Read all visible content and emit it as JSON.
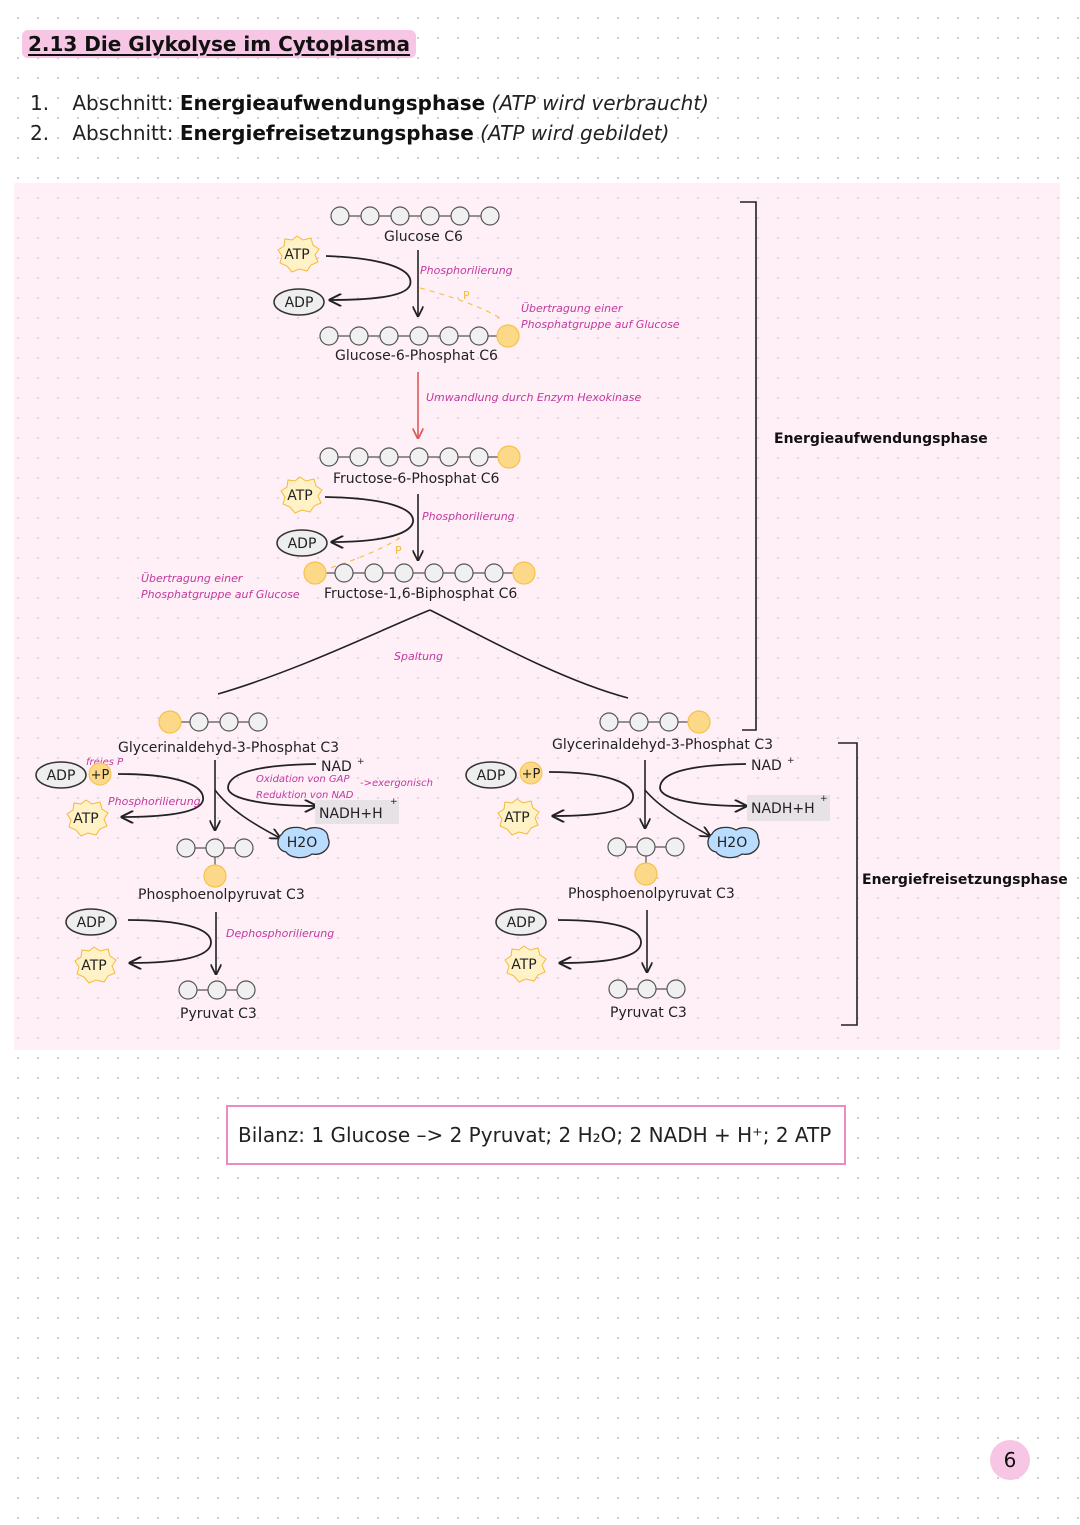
{
  "title": "2.13 Die Glykolyse im Cytoplasma",
  "outline": [
    {
      "num": "1.",
      "prefix": "Abschnitt:",
      "bold": "Energieaufwendungsphase",
      "note": "(ATP wird verbraucht)"
    },
    {
      "num": "2.",
      "prefix": "Abschnitt:",
      "bold": "Energiefreisetzungsphase",
      "note": "(ATP wird gebildet)"
    }
  ],
  "diagram": {
    "molecules": {
      "glucose": "Glucose C6",
      "g6p": "Glucose-6-Phosphat C6",
      "f6p": "Fructose-6-Phosphat C6",
      "f16bp": "Fructose-1,6-Biphosphat C6",
      "gap_left": "Glycerinaldehyd-3-Phosphat C3",
      "gap_right": "Glycerinaldehyd-3-Phosphat C3",
      "pep_left": "Phosphoenolpyruvat C3",
      "pep_right": "Phosphoenolpyruvat C3",
      "pyruvat_left": "Pyruvat C3",
      "pyruvat_right": "Pyruvat C3"
    },
    "cofactors": {
      "atp": "ATP",
      "adp": "ADP",
      "plus_p": "+P",
      "nad": "NAD",
      "nadh": "NADH+H",
      "plus_sup": "+",
      "h2o": "H2O",
      "p": "P"
    },
    "annotations": {
      "phosphorilierung": "Phosphorilierung",
      "uebertragung_1": "Übertragung einer",
      "uebertragung_2": "Phosphatgruppe auf Glucose",
      "umwandlung": "Umwandlung durch Enzym Hexokinase",
      "spaltung": "Spaltung",
      "freies_p": "freies P",
      "oxidation": "Oxidation von GAP",
      "exergonisch": "->exergonisch",
      "reduktion": "Reduktion von NAD",
      "dephosphorilierung": "Dephosphorilierung"
    },
    "phases": {
      "phase1": "Energieaufwendungsphase",
      "phase2": "Energiefreisetzungsphase"
    }
  },
  "balance": "Bilanz:  1 Glucose –> 2 Pyruvat; 2 H₂O; 2 NADH + H⁺; 2 ATP",
  "page_number": "6",
  "colors": {
    "annotation": "#c2389f",
    "highlight": "#f7c6e4",
    "phosphate": "#fcd989",
    "atp_fill": "#fff2c6",
    "adp_fill": "#eeeeee",
    "h2o_fill": "#b9dcff",
    "red_arrow": "#e05a5a"
  }
}
